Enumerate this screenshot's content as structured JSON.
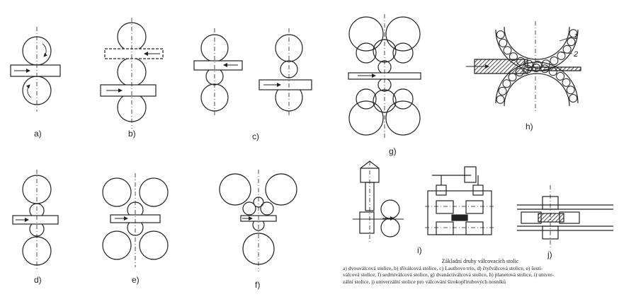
{
  "figure": {
    "labels": {
      "a": "a)",
      "b": "b)",
      "c": "c)",
      "d": "d)",
      "e": "e)",
      "f": "f)",
      "g": "g)",
      "h": "h)",
      "i": "i)",
      "j": "j)"
    },
    "callouts": {
      "one": "1",
      "two": "2"
    }
  },
  "caption": {
    "title": "Základní druhy válcovacích stolic",
    "line1": "a) dvouválcová stolice, b) tříválcová stolice, c) Lauthovo trio, d) čtyřválcová stolice, e) šesti-",
    "line2": "válcová stolice, f) sedmiválcová stolice, g) dvanáctiválcová stolice, h) planetová stolice, i) univer-",
    "line3": "zální stolice, j) univerzální stolice pro válcování širokopřírubových nosníků"
  },
  "colors": {
    "ink": "#222222",
    "paper": "#ffffff"
  }
}
